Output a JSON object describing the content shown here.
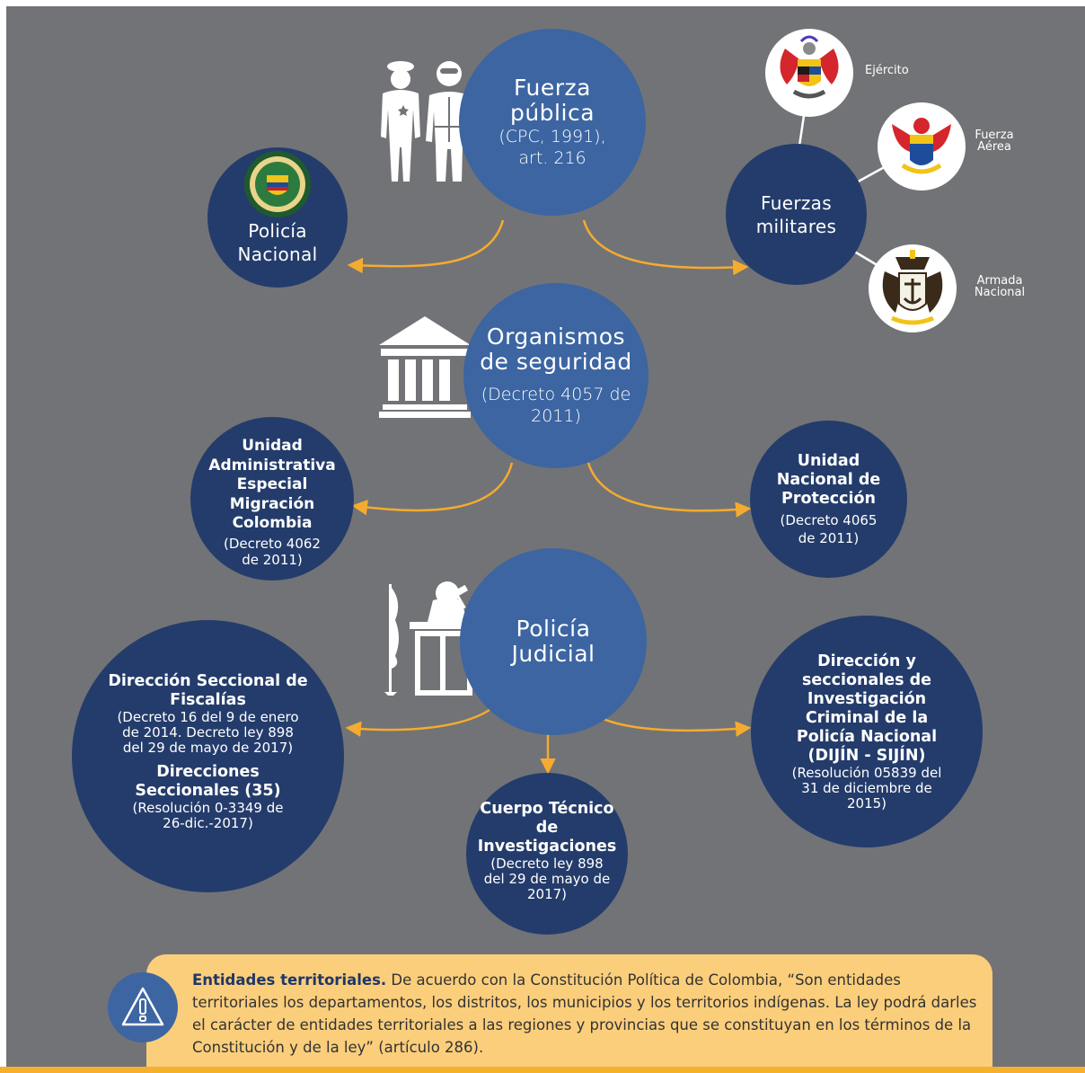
{
  "colors": {
    "background": "#727376",
    "main_circle": "#3c65a2",
    "sub_circle": "#243c6b",
    "arrow": "#f5ab2f",
    "note_bg": "#fbce7c"
  },
  "nodes": {
    "fuerza_publica": {
      "title": "Fuerza pública",
      "subtitle": "(CPC, 1991), art. 216"
    },
    "policia_nacional": {
      "label": "Policía Nacional"
    },
    "fuerzas_militares": {
      "label": "Fuerzas militares"
    },
    "ejercito": {
      "label": "Ejército"
    },
    "fuerza_aerea": {
      "label": "Fuerza Aérea"
    },
    "armada": {
      "label": "Armada Nacional"
    },
    "organismos": {
      "title": "Organismos de seguridad",
      "subtitle": "(Decreto 4057 de 2011)"
    },
    "migracion": {
      "title": "Unidad Administrativa Especial Migración Colombia",
      "detail": "(Decreto 4062 de 2011)"
    },
    "proteccion": {
      "title": "Unidad Nacional de Protección",
      "detail": "(Decreto 4065 de 2011)"
    },
    "policia_judicial": {
      "title": "Policía Judicial"
    },
    "fiscalias": {
      "title": "Dirección Seccional de Fiscalías",
      "detail": "(Decreto 16 del 9 de enero de 2014. Decreto ley 898 del 29 de mayo de 2017)",
      "title2": "Direcciones Seccionales (35)",
      "detail2": "(Resolución 0-3349 de 26-dic.-2017)"
    },
    "cti": {
      "title": "Cuerpo Técnico de Investigaciones",
      "detail": "(Decreto ley 898 del 29 de mayo de 2017)"
    },
    "dijin": {
      "title": "Dirección y seccionales de Investigación Criminal de la Policía Nacional (DIJÍN - SIJÍN)",
      "detail": "(Resolución 05839 del 31 de diciembre de 2015)"
    }
  },
  "icons": [
    "police-officers-icon",
    "government-building-icon",
    "judge-court-icon",
    "warning-icon"
  ],
  "note": {
    "title": "Entidades territoriales.",
    "text": " De acuerdo con la Constitución Política de Colombia, “Son entidades territoriales los departamentos, los distritos, los municipios y los territorios indígenas. La ley podrá darles el carácter de entidades territoriales a las regiones y provincias que se constituyan en los términos de la Constitución y de la ley” (artículo 286)."
  }
}
